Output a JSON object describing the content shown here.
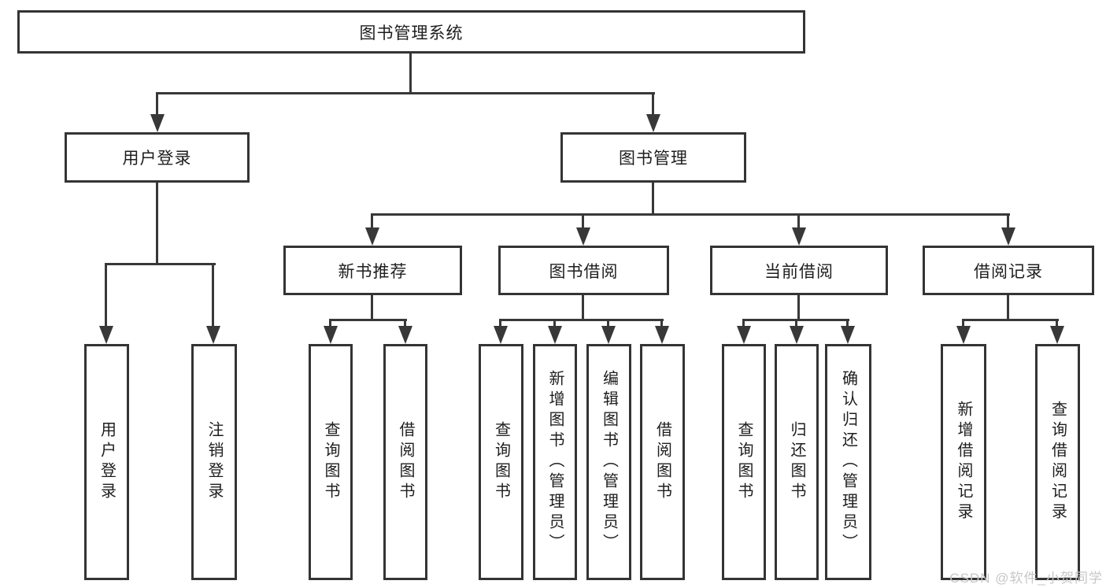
{
  "diagram": {
    "title_node": {
      "label": "图书管理系统"
    },
    "level2": [
      {
        "label": "用户登录"
      },
      {
        "label": "图书管理"
      }
    ],
    "level3": [
      {
        "label": "新书推荐"
      },
      {
        "label": "图书借阅"
      },
      {
        "label": "当前借阅"
      },
      {
        "label": "借阅记录"
      }
    ],
    "leaves": {
      "user_login": [
        {
          "label": "用户登录"
        },
        {
          "label": "注销登录"
        }
      ],
      "new_book_recommend": [
        {
          "label": "查询图书"
        },
        {
          "label": "借阅图书"
        }
      ],
      "book_borrow": [
        {
          "label": "查询图书"
        },
        {
          "label": "新增图书（管理员）"
        },
        {
          "label": "编辑图书（管理员）"
        },
        {
          "label": "借阅图书"
        }
      ],
      "current_borrow": [
        {
          "label": "查询图书"
        },
        {
          "label": "归还图书"
        },
        {
          "label": "确认归还（管理员）"
        }
      ],
      "borrow_records": [
        {
          "label": "新增借阅记录"
        },
        {
          "label": "查询借阅记录"
        }
      ]
    },
    "colors": {
      "line": "#383838",
      "text": "#1e1e1e",
      "background": "#ffffff",
      "watermark": "#c7c7c7"
    }
  },
  "watermark": {
    "text": "CSDN @软件_小贺同学"
  }
}
